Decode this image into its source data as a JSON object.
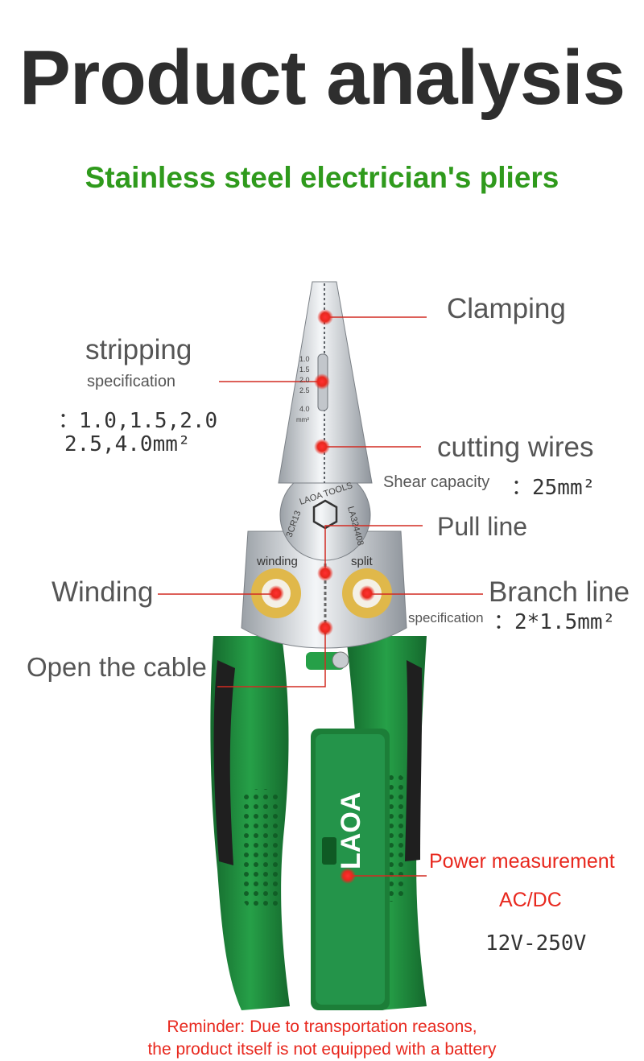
{
  "header": {
    "title": "Product analysis",
    "subtitle": "Stainless steel electrician's pliers"
  },
  "callouts": {
    "clamping": "Clamping",
    "stripping_title": "stripping",
    "stripping_spec_label": "specification",
    "stripping_values_1": "：1.0,1.5,2.0",
    "stripping_values_2": "2.5,4.0mm²",
    "cutting_wires": "cutting wires",
    "shear_label": "Shear capacity",
    "shear_value": "：25mm²",
    "pull_line": "Pull line",
    "winding": "Winding",
    "branch_line": "Branch line",
    "branch_spec_label": "specification",
    "branch_spec_value": "：2*1.5mm²",
    "open_the_cable": "Open the cable",
    "power_measurement": "Power measurement",
    "ac_dc": "AC/DC",
    "voltage_range": "12V-250V"
  },
  "tool_markings": {
    "jaw_gauges": [
      "1.0",
      "1.5",
      "2.0",
      "2.5",
      "4.0",
      "mm²"
    ],
    "brand_top": "LAOA TOOLS",
    "model": "LA324408",
    "steel": "3CR13",
    "winding_hole": "winding",
    "split_hole": "split",
    "handle_brand": "LAOA"
  },
  "footer": {
    "reminder_line_1": "Reminder: Due to transportation reasons,",
    "reminder_line_2": "the product itself is not equipped with a battery"
  },
  "colors": {
    "title": "#2e2e2e",
    "subtitle_green": "#2f9a1c",
    "label_gray": "#555555",
    "callout_red": "#e8281e",
    "handle_green": "#1f8a3e",
    "grip_black": "#1f1f1f",
    "ring_gold": "#e0b84a"
  }
}
